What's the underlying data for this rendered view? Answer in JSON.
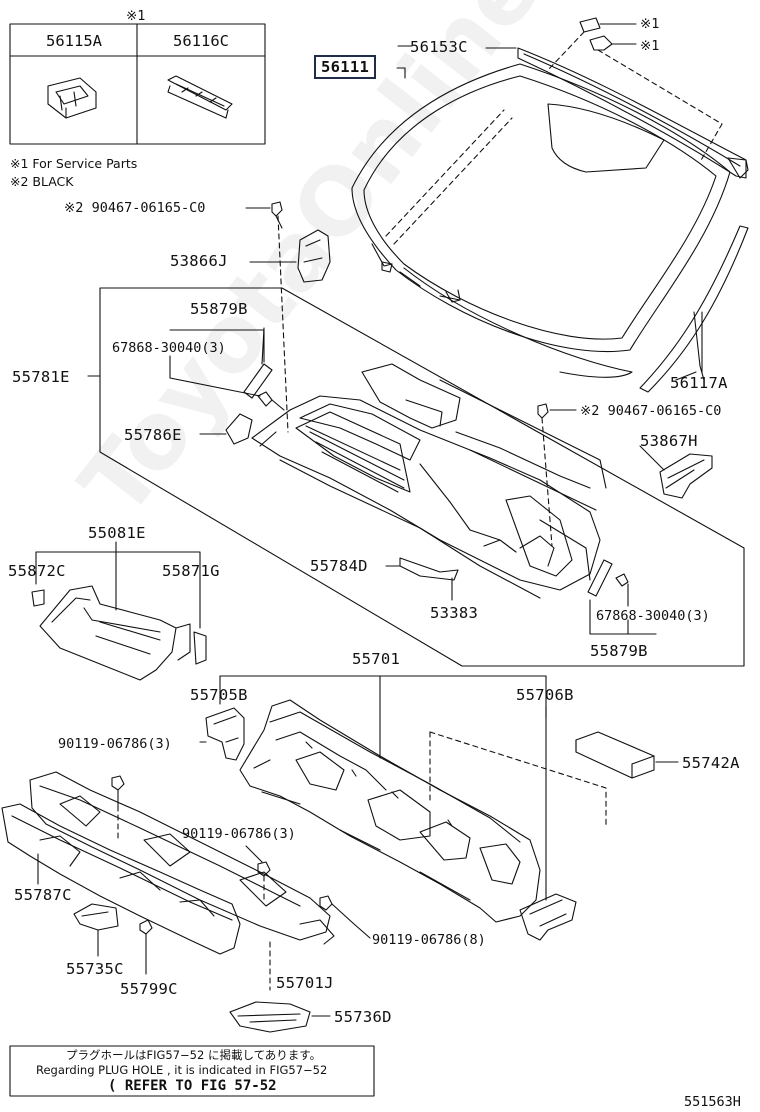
{
  "diagram_code": "551563H",
  "watermark": "ToyotaOnline.ru",
  "service_parts_box": {
    "mark": "※1",
    "col1": "56115A",
    "col2": "56116C"
  },
  "legend": {
    "note1": "※1  For Service Parts",
    "note2": "※2  BLACK"
  },
  "callouts": {
    "c_56111": "56111",
    "c_56153C": "56153C",
    "c_mark1_a": "※1",
    "c_mark1_b": "※1",
    "c_90467_l": "※2 90467-06165-C0",
    "c_53866J": "53866J",
    "c_55879B_top": "55879B",
    "c_67868_top": "67868-30040(3)",
    "c_55781E": "55781E",
    "c_56117A": "56117A",
    "c_90467_r": "※2 90467-06165-C0",
    "c_55786E": "55786E",
    "c_53867H": "53867H",
    "c_55081E": "55081E",
    "c_55872C": "55872C",
    "c_55871G": "55871G",
    "c_55784D": "55784D",
    "c_53383": "53383",
    "c_67868_bot": "67868-30040(3)",
    "c_55879B_bot": "55879B",
    "c_55701": "55701",
    "c_55705B": "55705B",
    "c_55706B": "55706B",
    "c_90119_a": "90119-06786(3)",
    "c_55742A": "55742A",
    "c_90119_b": "90119-06786(3)",
    "c_55787C": "55787C",
    "c_90119_c": "90119-06786(8)",
    "c_55735C": "55735C",
    "c_55799C": "55799C",
    "c_55701J": "55701J",
    "c_55736D": "55736D"
  },
  "reference_box": {
    "line1": "プラグホールはFIG57−52 に掲載してあります。",
    "line2": "Regarding  PLUG HOLE , it is indicated in FIG57−52",
    "line3": "( REFER TO FIG 57-52"
  }
}
